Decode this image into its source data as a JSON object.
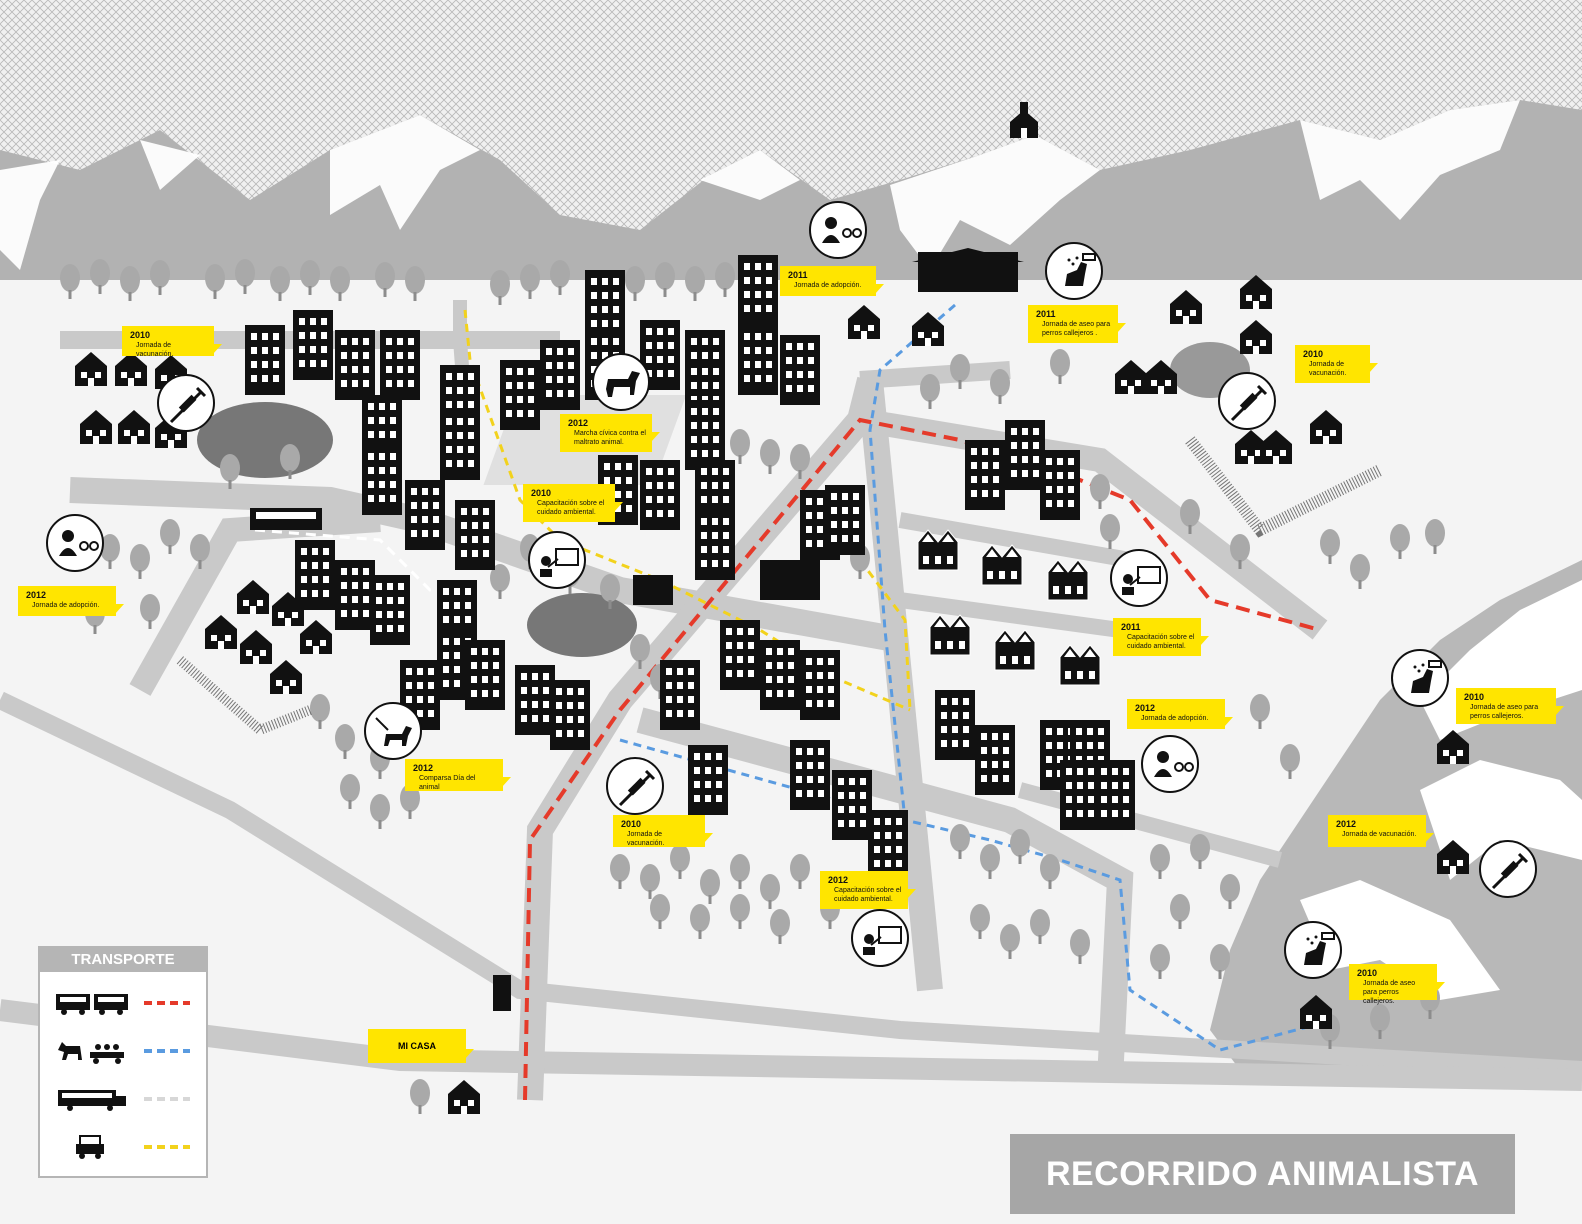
{
  "title": "RECORRIDO ANIMALISTA",
  "legend": {
    "title": "TRANSPORTE",
    "items": [
      {
        "icon": "bus-icon",
        "color": "#e53a2a"
      },
      {
        "icon": "horse-cart-icon",
        "color": "#5a9be0"
      },
      {
        "icon": "truck-icon",
        "color": "#d7d7d7"
      },
      {
        "icon": "car-icon",
        "color": "#f2d21c"
      }
    ]
  },
  "home_label": "MI CASA",
  "events": [
    {
      "year": "2010",
      "text": "Jornada de vacunación.",
      "icon": "syringe-icon"
    },
    {
      "year": "2012",
      "text": "Jornada de adopción.",
      "icon": "adoption-icon"
    },
    {
      "year": "2012",
      "text": "Marcha cívica contra el maltrato animal.",
      "icon": "dog-icon"
    },
    {
      "year": "2010",
      "text": "Capacitación sobre el cuidado ambiental.",
      "icon": "training-icon"
    },
    {
      "year": "2011",
      "text": "Jornada de adopción.",
      "icon": "adoption-icon"
    },
    {
      "year": "2011",
      "text": "Jornada de aseo para perros callejeros .",
      "icon": "dog-wash-icon"
    },
    {
      "year": "2010",
      "text": "Jornada de vacunación.",
      "icon": "syringe-icon"
    },
    {
      "year": "2011",
      "text": "Capacitación sobre el cuidado ambiental.",
      "icon": "training-icon"
    },
    {
      "year": "2012",
      "text": "Jornada de adopción.",
      "icon": "adoption-icon"
    },
    {
      "year": "2012",
      "text": "Comparsa Día del animal",
      "icon": "dog-walk-icon"
    },
    {
      "year": "2010",
      "text": "Jornada de vacunación.",
      "icon": "syringe-icon"
    },
    {
      "year": "2012",
      "text": "Capacitación sobre el cuidado ambiental.",
      "icon": "training-icon"
    },
    {
      "year": "2010",
      "text": "Jornada de aseo para perros callejeros.",
      "icon": "dog-wash-icon"
    },
    {
      "year": "2012",
      "text": "Jornada de vacunación.",
      "icon": "syringe-icon"
    },
    {
      "year": "2010",
      "text": "Jornada de aseo para perros callejeros.",
      "icon": "dog-wash-icon"
    }
  ],
  "colors": {
    "accent": "#ffe500",
    "route_bus": "#e53a2a",
    "route_cart": "#5a9be0",
    "route_truck": "#d7d7d7",
    "route_car": "#f2d21c",
    "mountains": "#b2b2b2",
    "roads": "#c9c9c9"
  }
}
